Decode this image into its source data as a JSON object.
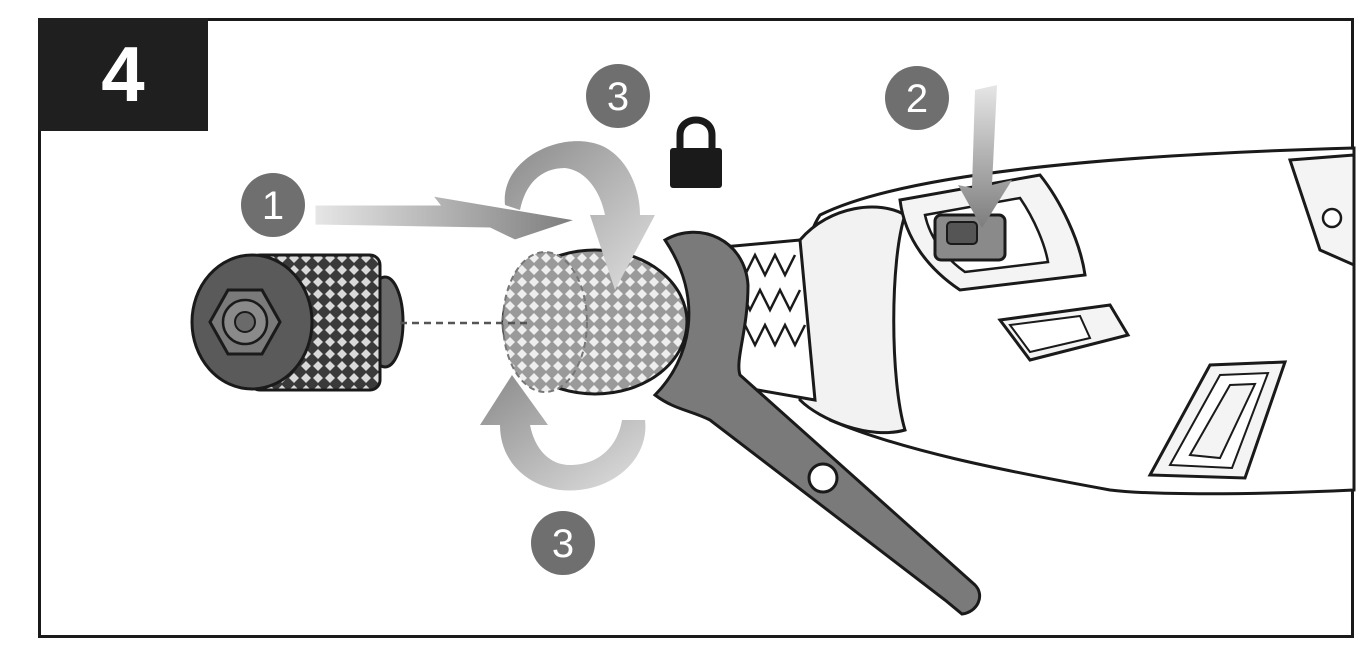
{
  "step_number": "4",
  "callouts": {
    "c1": "1",
    "c2": "2",
    "c3_top": "3",
    "c3_bottom": "3"
  },
  "colors": {
    "frame": "#1a1a1a",
    "step_box": "#1f1f1f",
    "callout_fill": "#6f6f6f",
    "tool_fill": "#ffffff",
    "wrench_fill": "#7a7a7a",
    "nut_fill": "#5a5a5a"
  },
  "icons": [
    "lock-icon",
    "arrow-insert",
    "arrow-press",
    "arrow-rotate-clockwise",
    "arrow-rotate-counterclockwise"
  ]
}
